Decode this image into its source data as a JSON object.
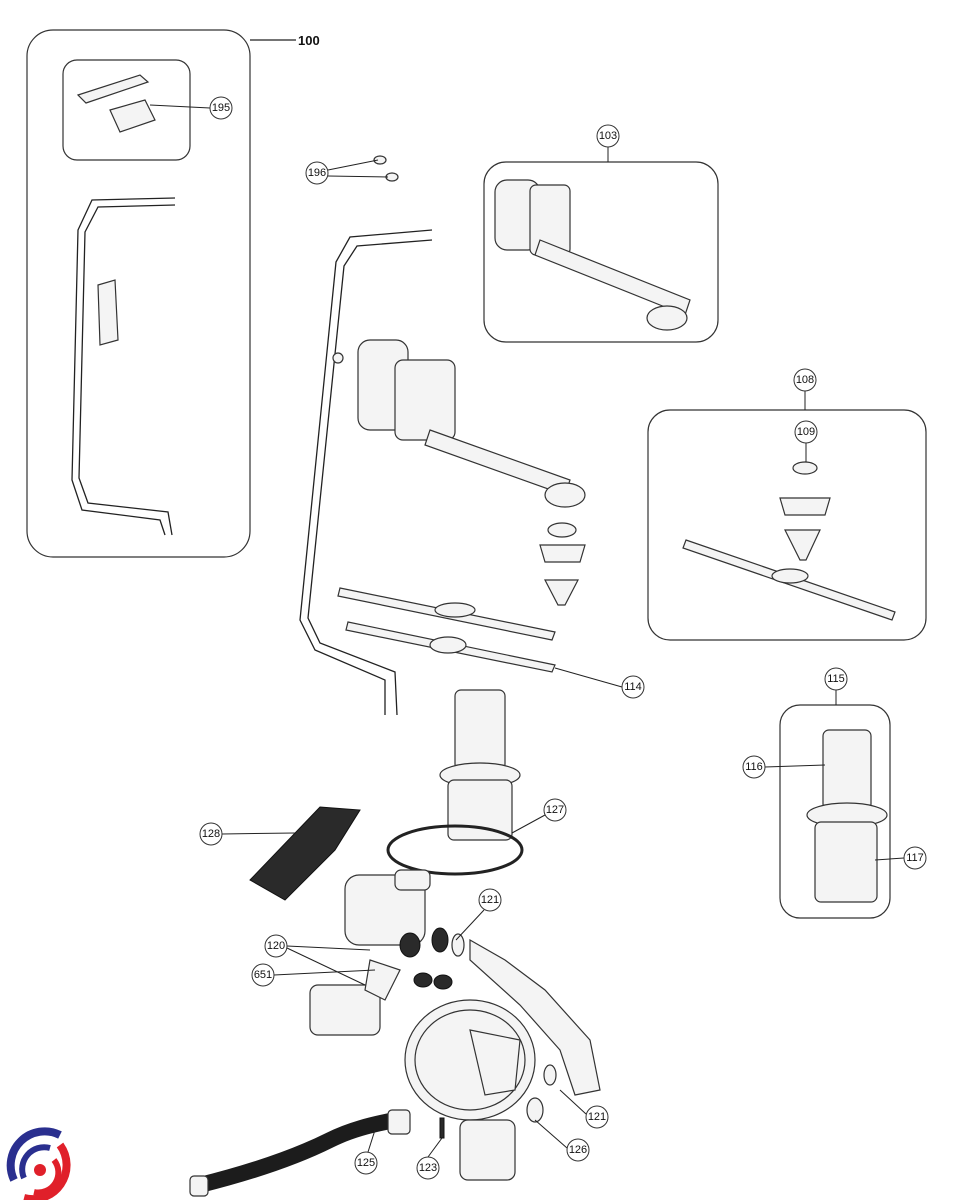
{
  "title_label": "100",
  "callouts": {
    "c195": "195",
    "c196": "196",
    "c103": "103",
    "c108": "108",
    "c109": "109",
    "c114": "114",
    "c115": "115",
    "c116": "116",
    "c117": "117",
    "c127": "127",
    "c128": "128",
    "c121a": "121",
    "c120": "120",
    "c651": "651",
    "c121b": "121",
    "c126": "126",
    "c125": "125",
    "c123": "123"
  },
  "logo": {
    "icon": "brand-swirl-logo",
    "colors": [
      "#2a2f8f",
      "#e0202a"
    ]
  }
}
